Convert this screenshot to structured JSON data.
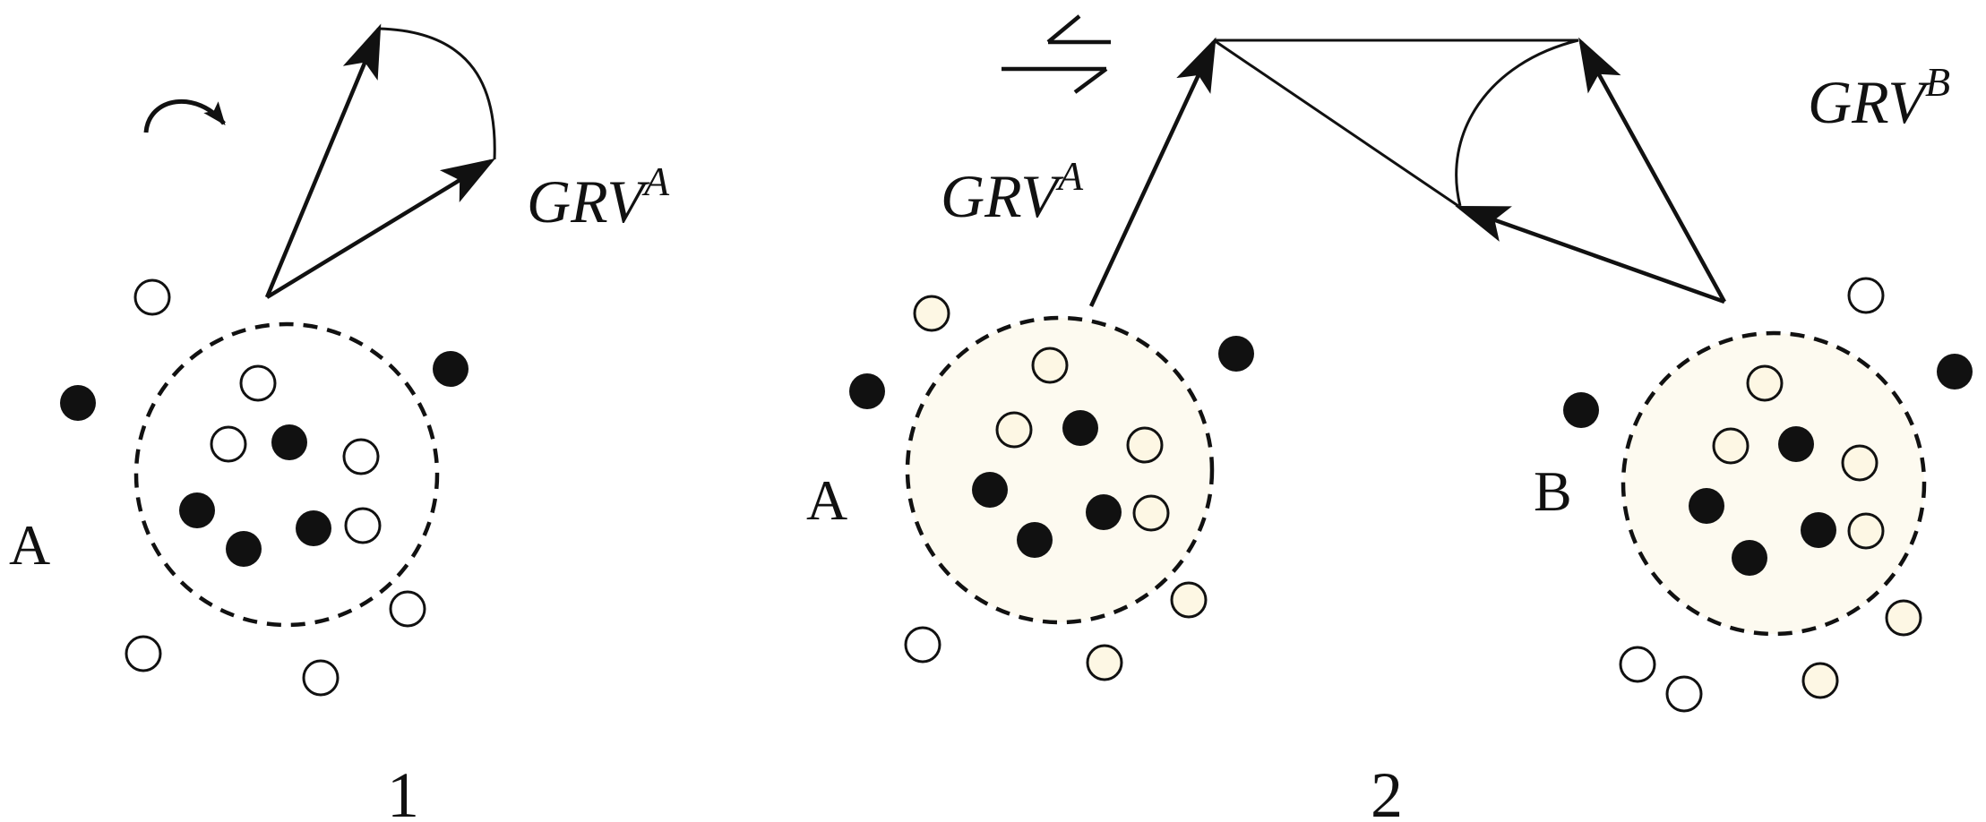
{
  "colors": {
    "stroke": "#111111",
    "filled_dot": "#111111",
    "open_dot": "#ffffff",
    "cream_dot": "#fdf7e4",
    "cream_region": "#fdfaf0"
  },
  "icons": {
    "panel1": "clockwise-rotation-arrow-icon",
    "panel2": "translation-harpoon-arrows-icon"
  },
  "panels": [
    {
      "number": "1",
      "group_label": "A",
      "vector_label": {
        "base": "GRV",
        "sup": "A"
      }
    },
    {
      "number": "2",
      "group_a_label": "A",
      "group_b_label": "B",
      "vector_a_label": {
        "base": "GRV",
        "sup": "A"
      },
      "vector_b_label": {
        "base": "GRV",
        "sup": "B"
      }
    }
  ]
}
